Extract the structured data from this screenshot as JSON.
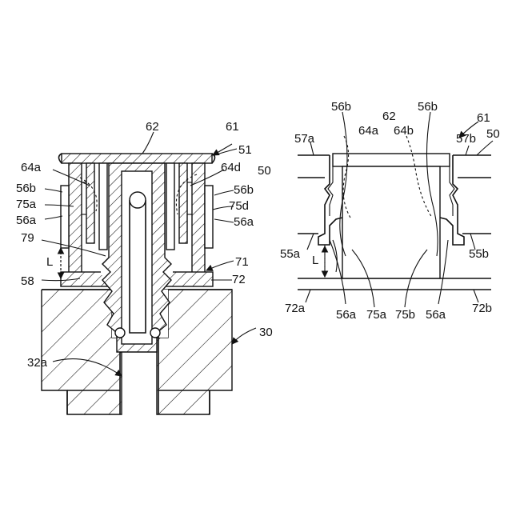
{
  "figure": {
    "left_view": {
      "labels": {
        "l62": "62",
        "l61": "61",
        "l51": "51",
        "l64a": "64a",
        "l64d": "64d",
        "l50": "50",
        "l56b_left": "56b",
        "l56b_right": "56b",
        "l75a": "75a",
        "l75d": "75d",
        "l56a_left": "56a",
        "l56a_right": "56a",
        "l79": "79",
        "lL": "L",
        "l71": "71",
        "l58": "58",
        "l72": "72",
        "l30": "30",
        "l32a": "32a"
      }
    },
    "right_view": {
      "labels": {
        "l56b_left": "56b",
        "l62": "62",
        "l56b_right": "56b",
        "l61": "61",
        "l64a": "64a",
        "l64b": "64b",
        "l50": "50",
        "l57a": "57a",
        "l57b": "57b",
        "l55a": "55a",
        "l55b": "55b",
        "lL": "L",
        "l72a": "72a",
        "l72b": "72b",
        "l56a_left": "56a",
        "l75a": "75a",
        "l75b": "75b",
        "l56a_right": "56a"
      }
    }
  }
}
